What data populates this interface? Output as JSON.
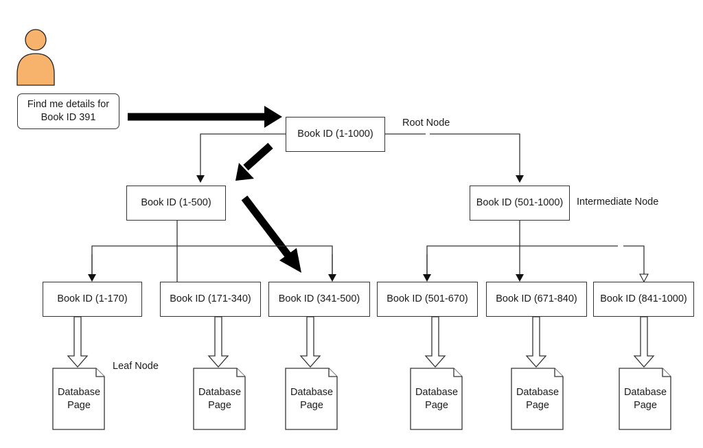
{
  "query_text": "Find me details for\nBook ID 391",
  "nodes": {
    "root": "Book ID (1-1000)",
    "left_intermediate": "Book ID (1-500)",
    "right_intermediate": "Book ID (501-1000)",
    "leaves": [
      "Book ID (1-170)",
      "Book ID (171-340)",
      "Book ID (341-500)",
      "Book ID (501-670)",
      "Book ID (671-840)",
      "Book ID (841-1000)"
    ]
  },
  "labels": {
    "root": "Root Node",
    "intermediate": "Intermediate Node",
    "leaf": "Leaf Node"
  },
  "database_page_text": "Database\nPage",
  "colors": {
    "user_fill": "#F7B36B",
    "user_stroke": "#222222",
    "stroke": "#333333",
    "bold_arrow": "#000000"
  },
  "icons": {
    "user": "person-icon"
  }
}
